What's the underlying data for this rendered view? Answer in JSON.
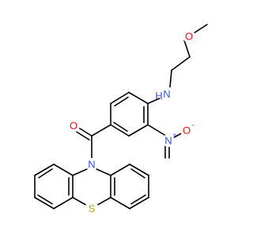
{
  "colors": {
    "bond": "#000000",
    "oxygen": "#ff0d0d",
    "nitrogen": "#3050f8",
    "sulfur": "#b8a000",
    "carbon": "#000000"
  },
  "atoms": {
    "methoxy_o": "O",
    "amine_n": "N",
    "amine_h": "H",
    "nitro_n": "N",
    "nitro_n_charge": "+",
    "nitro_o": "O",
    "nitro_o_charge": "-",
    "carbonyl_o": "O",
    "phenothiazine_n": "N",
    "phenothiazine_s": "S"
  }
}
